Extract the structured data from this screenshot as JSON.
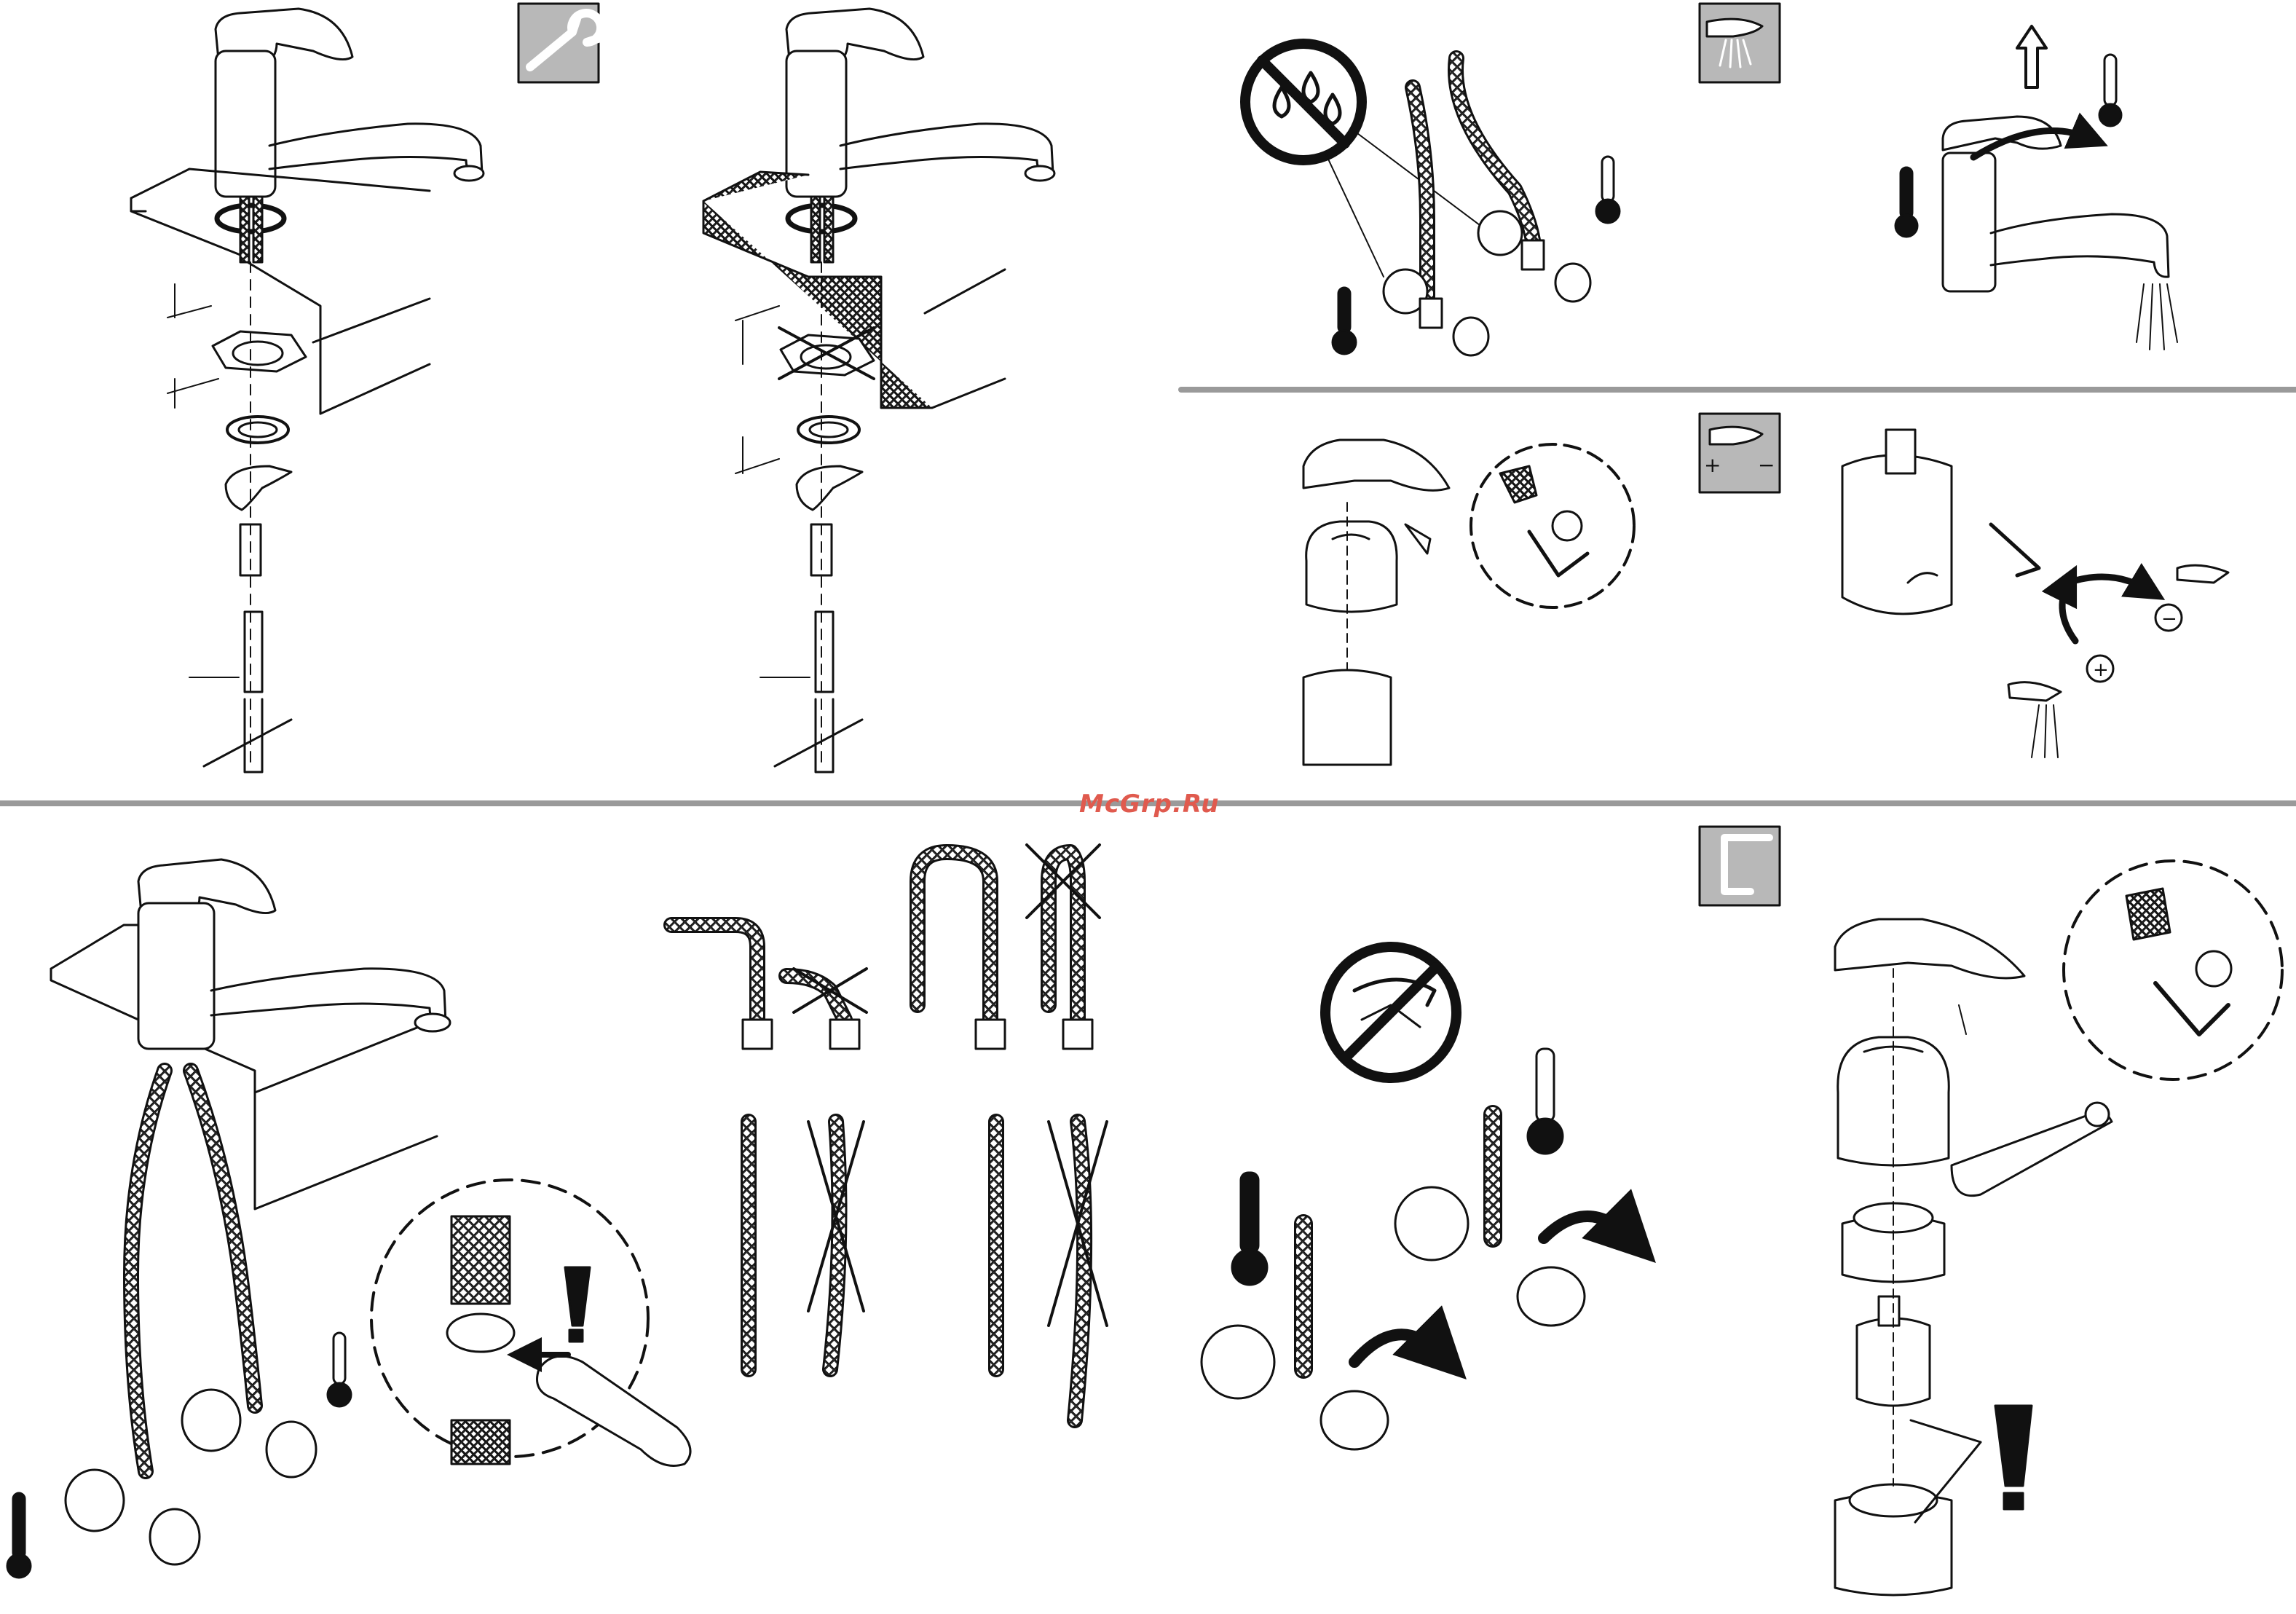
{
  "watermark": {
    "text": "McGrp.Ru",
    "color": "#e05a4e"
  },
  "colors": {
    "ink": "#111111",
    "divider": "#9a9a9a",
    "box_fill": "#b8b8b8"
  },
  "panels": [
    {
      "id": "fitting-thin-worktop",
      "icon": "spanner-icon"
    },
    {
      "id": "fitting-thick-worktop",
      "icon": "none",
      "crossed": true
    },
    {
      "id": "flush-pipes",
      "icon": "aerator-flow-icon",
      "prohibited": "no-water-mixing"
    },
    {
      "id": "handle-lift-operation",
      "icon": "none"
    },
    {
      "id": "flow-rate-limiter",
      "icon": "flow-limit-plus-minus-icon",
      "signs": [
        "+",
        "−"
      ]
    },
    {
      "id": "hose-connection",
      "icon": "none",
      "warning": "!"
    },
    {
      "id": "hose-bending-rules",
      "icon": "none"
    },
    {
      "id": "open-valves",
      "icon": "none",
      "prohibited": "no-spray"
    },
    {
      "id": "cartridge-replacement",
      "icon": "hex-key-icon",
      "warning": "!"
    }
  ],
  "icon_labels": {
    "plus": "+",
    "minus": "−",
    "exclaim": "!"
  }
}
